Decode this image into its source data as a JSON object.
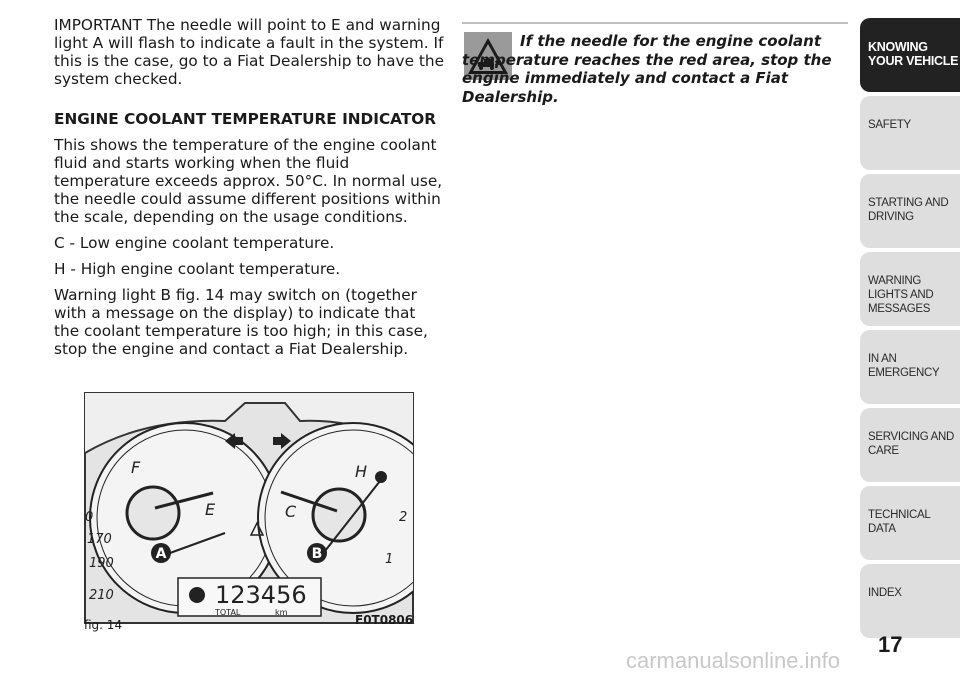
{
  "left_column": {
    "important": "IMPORTANT The needle will point to E and warning light A will flash to indicate a fault in the system. If this is the case, go to a Fiat Dealership to have the system checked.",
    "heading": "ENGINE COOLANT TEMPERATURE INDICATOR",
    "para1": "This shows the temperature of the engine coolant fluid and starts working when the fluid temperature exceeds approx. 50°C. In normal use, the needle could assume different positions within the scale, depending on the usage conditions.",
    "c_line": "C - Low engine coolant temperature.",
    "h_line": "H - High engine coolant temperature.",
    "para2": "Warning light B fig. 14 may switch on (together with a message on the display) to indicate that the coolant temperature is too high; in this case, stop the engine and contact a Fiat Dealership."
  },
  "warning": {
    "text": "If the needle for the engine coolant temperature reaches the red area, stop the engine immediately and contact a Fiat Dealership.",
    "icon": "warning-triangle-icon"
  },
  "figure": {
    "caption": "fig. 14",
    "code": "F0T0806",
    "label_a": "A",
    "label_b": "B",
    "fuel_f": "F",
    "fuel_e": "E",
    "temp_h": "H",
    "temp_c": "C",
    "odometer": "123456",
    "odo_total": "TOTAL",
    "odo_unit": "km",
    "speed_170": "170",
    "speed_190": "190",
    "speed_210": "210",
    "left_digit": "0",
    "right_2": "2",
    "right_1": "1"
  },
  "sidebar": {
    "tabs": [
      {
        "label": "KNOWING YOUR VEHICLE"
      },
      {
        "label": "SAFETY"
      },
      {
        "label": "STARTING AND DRIVING"
      },
      {
        "label": "WARNING LIGHTS AND MESSAGES"
      },
      {
        "label": "IN AN EMERGENCY"
      },
      {
        "label": "SERVICING AND CARE"
      },
      {
        "label": "TECHNICAL DATA"
      },
      {
        "label": "INDEX"
      }
    ]
  },
  "page_number": "17",
  "watermark": "carmanualsonline.info"
}
